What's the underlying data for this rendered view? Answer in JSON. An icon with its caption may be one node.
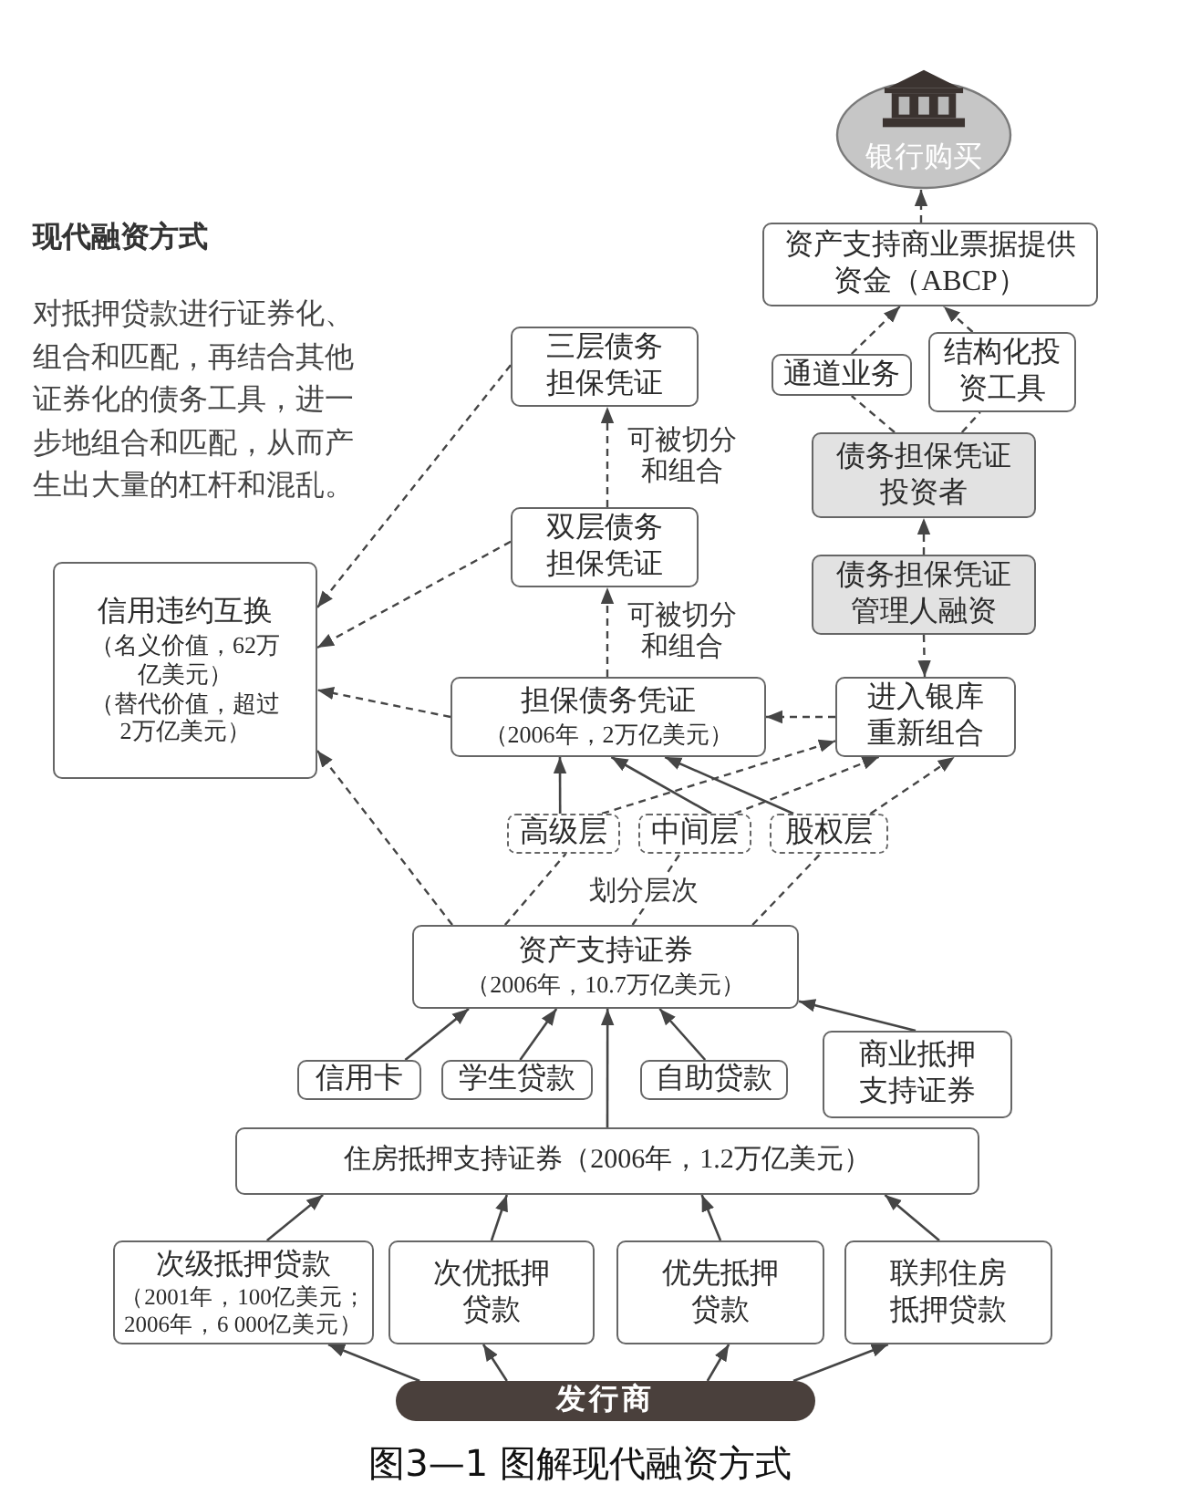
{
  "diagram": {
    "title": "现代融资方式",
    "caption": "图3—1 图解现代融资方式",
    "nodes": [
      {
        "text": [
          "银行购买"
        ]
      },
      {
        "text": [
          "资产支持商业票据提供资金（ABCP）"
        ]
      },
      {
        "text": [
          "三层债务担保凭证"
        ]
      },
      {
        "text": [
          "通道业务"
        ]
      },
      {
        "text": [
          "结构化投资工具"
        ]
      },
      {
        "text": [
          "债务担保凭证投资者"
        ]
      },
      {
        "text": [
          "双层债务担保凭证"
        ]
      },
      {
        "text": [
          "信用违约互换",
          "（名义价值，62万亿美元）",
          "（替代价值，超过2万亿美元）"
        ]
      },
      {
        "text": [
          "债务担保凭证管理人融资"
        ]
      },
      {
        "text": [
          "担保债务凭证",
          "（2006年，2万亿美元）"
        ]
      },
      {
        "text": [
          "进入银库重新组合"
        ]
      },
      {
        "text": [
          "高级层"
        ]
      },
      {
        "text": [
          "中间层"
        ]
      },
      {
        "text": [
          "股权层"
        ]
      },
      {
        "text": [
          "资产支持证券",
          "（2006年，10.7万亿美元）"
        ]
      },
      {
        "text": [
          "信用卡"
        ]
      },
      {
        "text": [
          "学生贷款"
        ]
      },
      {
        "text": [
          "自助贷款"
        ]
      },
      {
        "text": [
          "商业抵押支持证券"
        ]
      },
      {
        "text": [
          "住房抵押支持证券（2006年，1.2万亿美元）"
        ]
      },
      {
        "text": [
          "次级抵押贷款",
          "（2001年，100亿美元；2006年，6 000亿美元）"
        ]
      },
      {
        "text": [
          "次优抵押贷款"
        ]
      },
      {
        "text": [
          "优先抵押贷款"
        ]
      },
      {
        "text": [
          "联邦住房抵押贷款"
        ]
      },
      {
        "text": [
          "发行商"
        ]
      }
    ],
    "edges": [
      {
        "from": 1,
        "to": 0,
        "arrow": "to",
        "style": "dashed"
      },
      {
        "from": 3,
        "to": 1,
        "arrow": "to",
        "style": "dashed"
      },
      {
        "from": 4,
        "to": 1,
        "arrow": "to",
        "style": "dashed"
      },
      {
        "from": 5,
        "to": 3,
        "arrow": "none",
        "style": "dashed"
      },
      {
        "from": 5,
        "to": 4,
        "arrow": "none",
        "style": "dashed"
      },
      {
        "from": 8,
        "to": 5,
        "arrow": "to",
        "style": "dashed"
      },
      {
        "from": 8,
        "to": 10,
        "arrow": "to",
        "style": "dashed"
      },
      {
        "from": 10,
        "to": 9,
        "arrow": "to",
        "style": "dashed"
      },
      {
        "from": 9,
        "to": 6,
        "arrow": "to",
        "style": "dashed",
        "label": "可被切分和组合"
      },
      {
        "from": 6,
        "to": 2,
        "arrow": "to",
        "style": "dashed",
        "label": "可被切分和组合"
      },
      {
        "from": 2,
        "to": 7,
        "arrow": "to",
        "style": "dashed"
      },
      {
        "from": 6,
        "to": 7,
        "arrow": "to",
        "style": "dashed"
      },
      {
        "from": 9,
        "to": 7,
        "arrow": "to",
        "style": "dashed"
      },
      {
        "from": 14,
        "to": 7,
        "arrow": "to",
        "style": "dashed"
      },
      {
        "from": 11,
        "to": 9,
        "arrow": "to"
      },
      {
        "from": 12,
        "to": 9,
        "arrow": "to"
      },
      {
        "from": 13,
        "to": 9,
        "arrow": "to"
      },
      {
        "from": 11,
        "to": 10,
        "arrow": "to",
        "style": "dashed"
      },
      {
        "from": 12,
        "to": 10,
        "arrow": "to",
        "style": "dashed"
      },
      {
        "from": 13,
        "to": 10,
        "arrow": "to",
        "style": "dashed"
      },
      {
        "from": 14,
        "to": 11,
        "arrow": "none",
        "style": "dashed"
      },
      {
        "from": 14,
        "to": 12,
        "arrow": "none",
        "style": "dashed"
      },
      {
        "from": 14,
        "to": 13,
        "arrow": "none",
        "style": "dashed"
      },
      {
        "from": 15,
        "to": 14,
        "arrow": "to"
      },
      {
        "from": 16,
        "to": 14,
        "arrow": "to"
      },
      {
        "from": 19,
        "to": 14,
        "arrow": "to"
      },
      {
        "from": 17,
        "to": 14,
        "arrow": "to"
      },
      {
        "from": 18,
        "to": 14,
        "arrow": "to"
      },
      {
        "from": 20,
        "to": 19,
        "arrow": "to"
      },
      {
        "from": 21,
        "to": 19,
        "arrow": "to"
      },
      {
        "from": 22,
        "to": 19,
        "arrow": "to"
      },
      {
        "from": 23,
        "to": 19,
        "arrow": "to"
      },
      {
        "from": 24,
        "to": 20,
        "arrow": "to"
      },
      {
        "from": 24,
        "to": 21,
        "arrow": "to"
      },
      {
        "from": 24,
        "to": 22,
        "arrow": "to"
      },
      {
        "from": 24,
        "to": 23,
        "arrow": "to"
      }
    ],
    "labels": [
      "对抵押贷款进行证券化、组合和匹配，再结合其他证券化的债务工具，进一步地组合和匹配，从而产生出大量的杠杆和混乱。",
      "划分层次"
    ]
  }
}
